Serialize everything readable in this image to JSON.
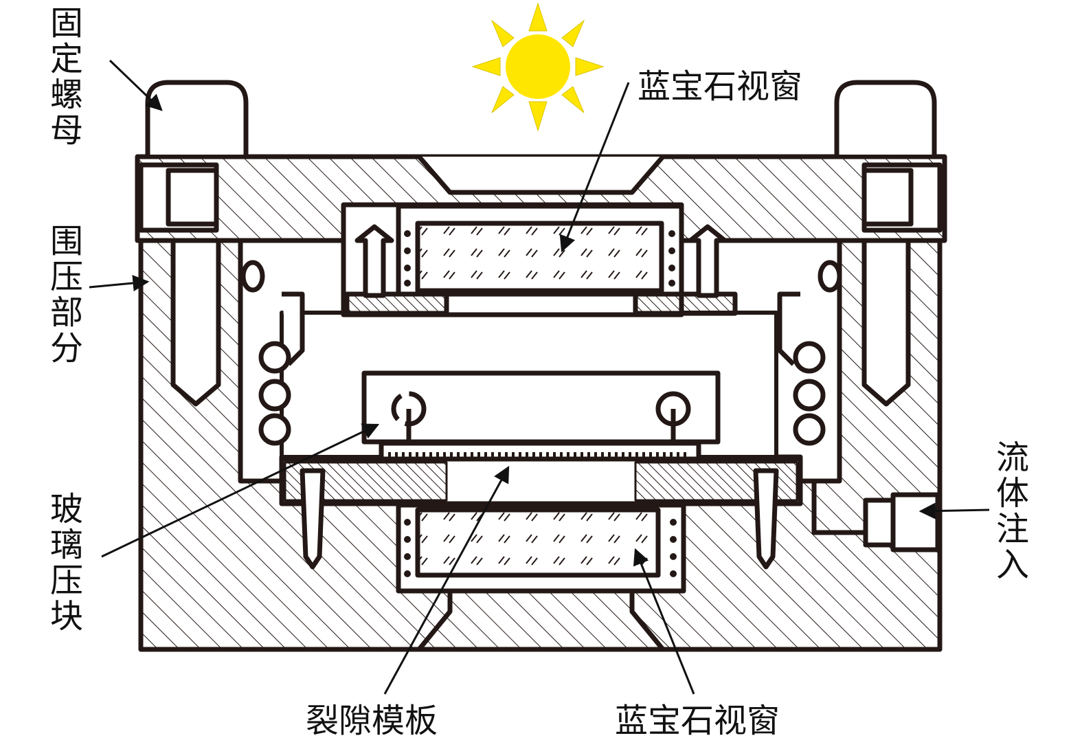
{
  "labels": {
    "fixing_nut": "固定螺母",
    "confining_part": "围压部分",
    "glass_press_block": "玻璃压块",
    "sapphire_window_top": "蓝宝石视窗",
    "fluid_injection": "流体注入",
    "fracture_template": "裂隙模板",
    "sapphire_window_bottom": "蓝宝石视窗"
  },
  "colors": {
    "line": "#231815",
    "sun": "#FFE600",
    "hatch": "#231815"
  },
  "icons": [
    "sun-icon"
  ]
}
